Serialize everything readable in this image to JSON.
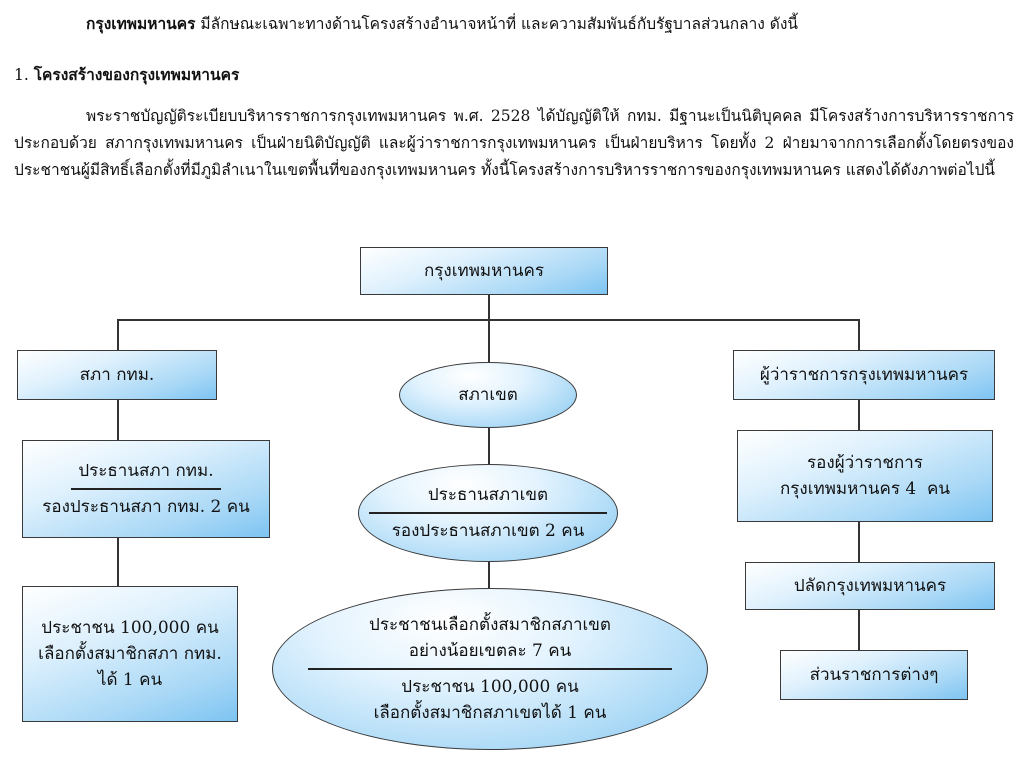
{
  "intro": {
    "bold": "กรุงเทพมหานคร",
    "rest": " มีลักษณะเฉพาะทางด้านโครงสร้างอำนาจหน้าที่ และความสัมพันธ์กับรัฐบาลส่วนกลาง ดังนี้"
  },
  "section": {
    "number": "1. ",
    "title": "โครงสร้างของกรุงเทพมหานคร"
  },
  "paragraph": "พระราชบัญญัติระเบียบบริหารราชการกรุงเทพมหานคร พ.ศ. 2528 ได้บัญญัติให้ กทม. มีฐานะเป็นนิติบุคคล มีโครงสร้างการบริหารราชการ ประกอบด้วย สภากรุงเทพมหานคร เป็นฝ่ายนิติบัญญัติ และผู้ว่าราชการกรุงเทพมหานคร เป็นฝ่ายบริหาร โดยทั้ง 2 ฝ่ายมาจากการเลือกตั้งโดยตรงของประชาชนผู้มีสิทธิ์เลือกตั้งที่มีภูมิลำเนาในเขตพื้นที่ของกรุงเทพมหานคร ทั้งนี้โครงสร้างการบริหารราชการของกรุงเทพมหานคร แสดงได้ดังภาพต่อไปนี้",
  "chart": {
    "root": "กรุงเทพมหานคร",
    "left": {
      "council": "สภา กทม.",
      "chair_top": "ประธานสภา กทม.",
      "chair_bottom": "รองประธานสภา กทม. 2 คน",
      "people_line1": "ประชาชน 100,000 คน",
      "people_line2": "เลือกตั้งสมาชิกสภา กทม.",
      "people_line3": "ได้ 1 คน"
    },
    "center": {
      "district_council": "สภาเขต",
      "chair_top": "ประธานสภาเขต",
      "chair_bottom": "รองประธานสภาเขต 2 คน",
      "people_line1": "ประชาชนเลือกตั้งสมาชิกสภาเขต",
      "people_line2": "อย่างน้อยเขตละ 7 คน",
      "people_line3": "ประชาชน 100,000 คน",
      "people_line4": "เลือกตั้งสมาชิกสภาเขตได้ 1 คน"
    },
    "right": {
      "governor": "ผู้ว่าราชการกรุงเทพมหานคร",
      "deputy_line1": "รองผู้ว่าราชการ",
      "deputy_line2": "กรุงเทพมหานคร 4  คน",
      "permanent_secretary": "ปลัดกรุงเทพมหานคร",
      "agencies": "ส่วนราชการต่างๆ"
    }
  }
}
